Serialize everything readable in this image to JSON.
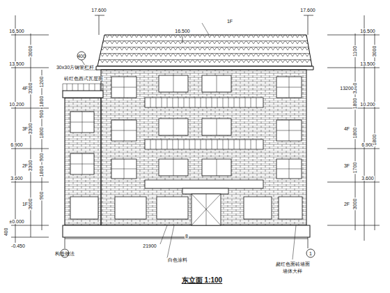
{
  "diagram": {
    "caption": "东立面 1:100",
    "labels": [
      "17.600",
      "16.500",
      "17.600",
      "16.500",
      "13.500",
      "10.200",
      "6.900",
      "3.600",
      "±0.000",
      "-0.450",
      "16.500",
      "13.500",
      "10.200",
      "6.900",
      "3.600",
      "3000",
      "3300",
      "3300",
      "3300",
      "3600",
      "400",
      "4F",
      "3F",
      "2F",
      "1F",
      "1200",
      "1800",
      "900",
      "1800",
      "900",
      "1800",
      "900",
      "1100",
      "3000",
      "3300",
      "1800",
      "1800",
      "1700",
      "3000",
      "1800",
      "13200",
      "4F",
      "3F",
      "2F",
      "1F",
      "砖红色西式瓦屋面",
      "30x30方钢管栏杆",
      "400",
      "8",
      "21900",
      "白色涂料",
      "赭红色面砖墙面",
      "墙体大样",
      "构造做法",
      "1",
      "5"
    ]
  }
}
